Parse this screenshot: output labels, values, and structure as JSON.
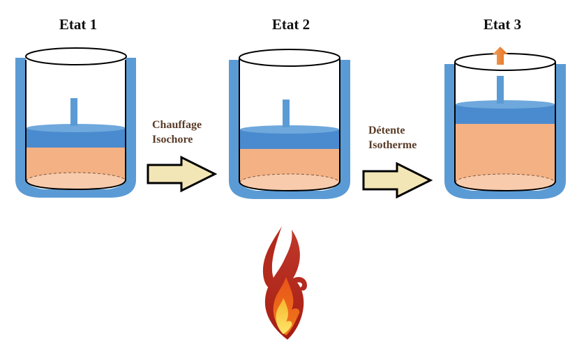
{
  "states": [
    {
      "title": "Etat 1"
    },
    {
      "title": "Etat 2"
    },
    {
      "title": "Etat 3"
    }
  ],
  "transitions": [
    {
      "line1": "Chauffage",
      "line2": "Isochore"
    },
    {
      "line1": "Détente",
      "line2": "Isotherme"
    }
  ],
  "colors": {
    "jacket": "#5b9bd5",
    "piston_top": "#6fa8dc",
    "gas": "#f4b183",
    "gas_bottom": "#f8cbad",
    "arrow_fill": "#f2e6b6",
    "label_text": "#5a3c28"
  },
  "icons": {
    "heat_source": "flame-icon",
    "expansion": "up-arrow-icon"
  }
}
